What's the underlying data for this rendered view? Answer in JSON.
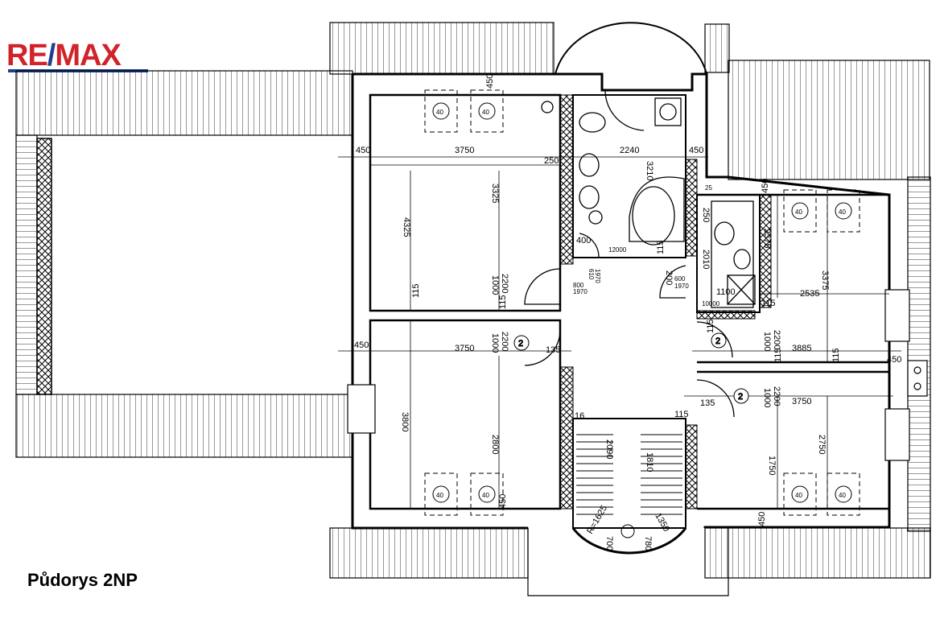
{
  "brand": {
    "logo_re": "RE",
    "logo_slash": "/",
    "logo_max": "MAX",
    "red": "#d2232a",
    "blue": "#1f3f8f"
  },
  "plan": {
    "title": "Půdorys 2NP",
    "dimensions": {
      "top_left_wall": "450",
      "top_left_room_width": "3750",
      "bath_width": "2240",
      "bath_right_wall": "450",
      "top_room_height_outer": "4325",
      "top_room_height_inner": "3325",
      "top_room_window_offset": "250",
      "top_room_sill": "115",
      "top_room_door_1000": "1000",
      "top_room_door_2200": "2200",
      "top_room_115": "115",
      "bath_depth": "3210",
      "bath_115": "115",
      "bath_400": "400",
      "bath_12000": "12000",
      "door_800": "800",
      "door_1970": "1970",
      "door_600": "600",
      "door_1970b": "1970",
      "door_610": "610",
      "door_1970c": "1970",
      "door_200": "200",
      "top_450_vertical": "450",
      "mid_left_wall": "450",
      "mid_left_room_width": "3750",
      "mid_door_1000": "1000",
      "mid_door_2200": "2200",
      "mid_135": "135",
      "mid_room_height": "3800",
      "mid_room_inner": "2800",
      "bottom_left_450": "450",
      "stair_16": "16",
      "stair_2090": "2090",
      "stair_1810": "1810",
      "stair_r": "R=1625",
      "stair_700": "700",
      "stair_780": "780",
      "stair_1350": "1350",
      "wc_25": "25",
      "wc_250": "250",
      "wc_2010": "2010",
      "wc_2375": "2375",
      "wc_1100": "1100",
      "wc_10000": "10000",
      "wc_450": "450",
      "wc_115": "115",
      "right_top_width": "2535",
      "right_top_height": "3375",
      "right_top_115": "115",
      "right_door_1000": "1000",
      "right_door_2200": "2200",
      "right_mid_width": "3885",
      "right_115": "115",
      "right_115b": "115",
      "right_450": "450",
      "right_bottom_door_1000": "1000",
      "right_bottom_door_2200": "2200",
      "right_bottom_width": "3750",
      "right_bottom_135": "135",
      "right_bottom_115": "115",
      "right_bottom_height1": "1750",
      "right_bottom_height2": "2750",
      "right_bottom_450": "450",
      "door_2": "2",
      "window_40": "40"
    }
  }
}
